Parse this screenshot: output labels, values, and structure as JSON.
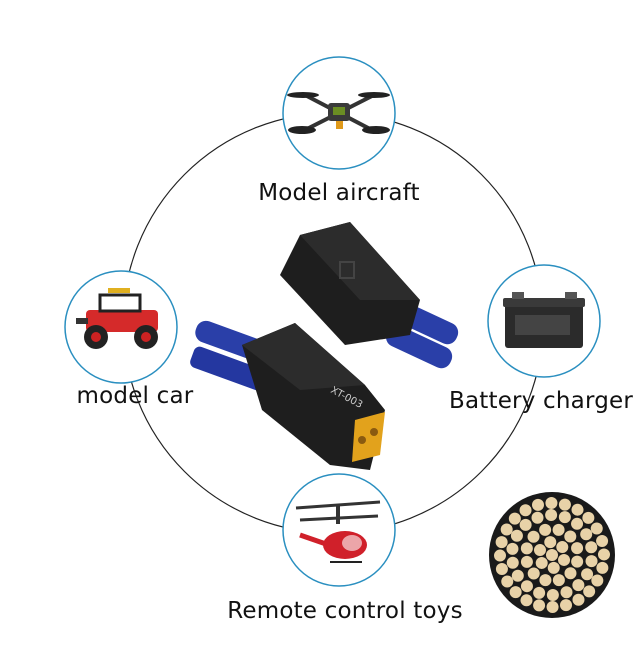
{
  "labels": {
    "top": "Model aircraft",
    "left": "model car",
    "right": "Battery charger",
    "bottom": "Remote control toys"
  },
  "product": {
    "model_marking": "XT-003"
  },
  "colors": {
    "ring_accent": "#2a8fc0",
    "connector_body": "#1e1e1e",
    "ec5_plug": "#2a3fa8",
    "xt_plug": "#e2a21c",
    "wire_strand": "#e8d2a8"
  },
  "icons": [
    "drone-icon",
    "jeep-toy-car-icon",
    "battery-icon",
    "rc-helicopter-icon",
    "cable-cross-section-icon"
  ]
}
